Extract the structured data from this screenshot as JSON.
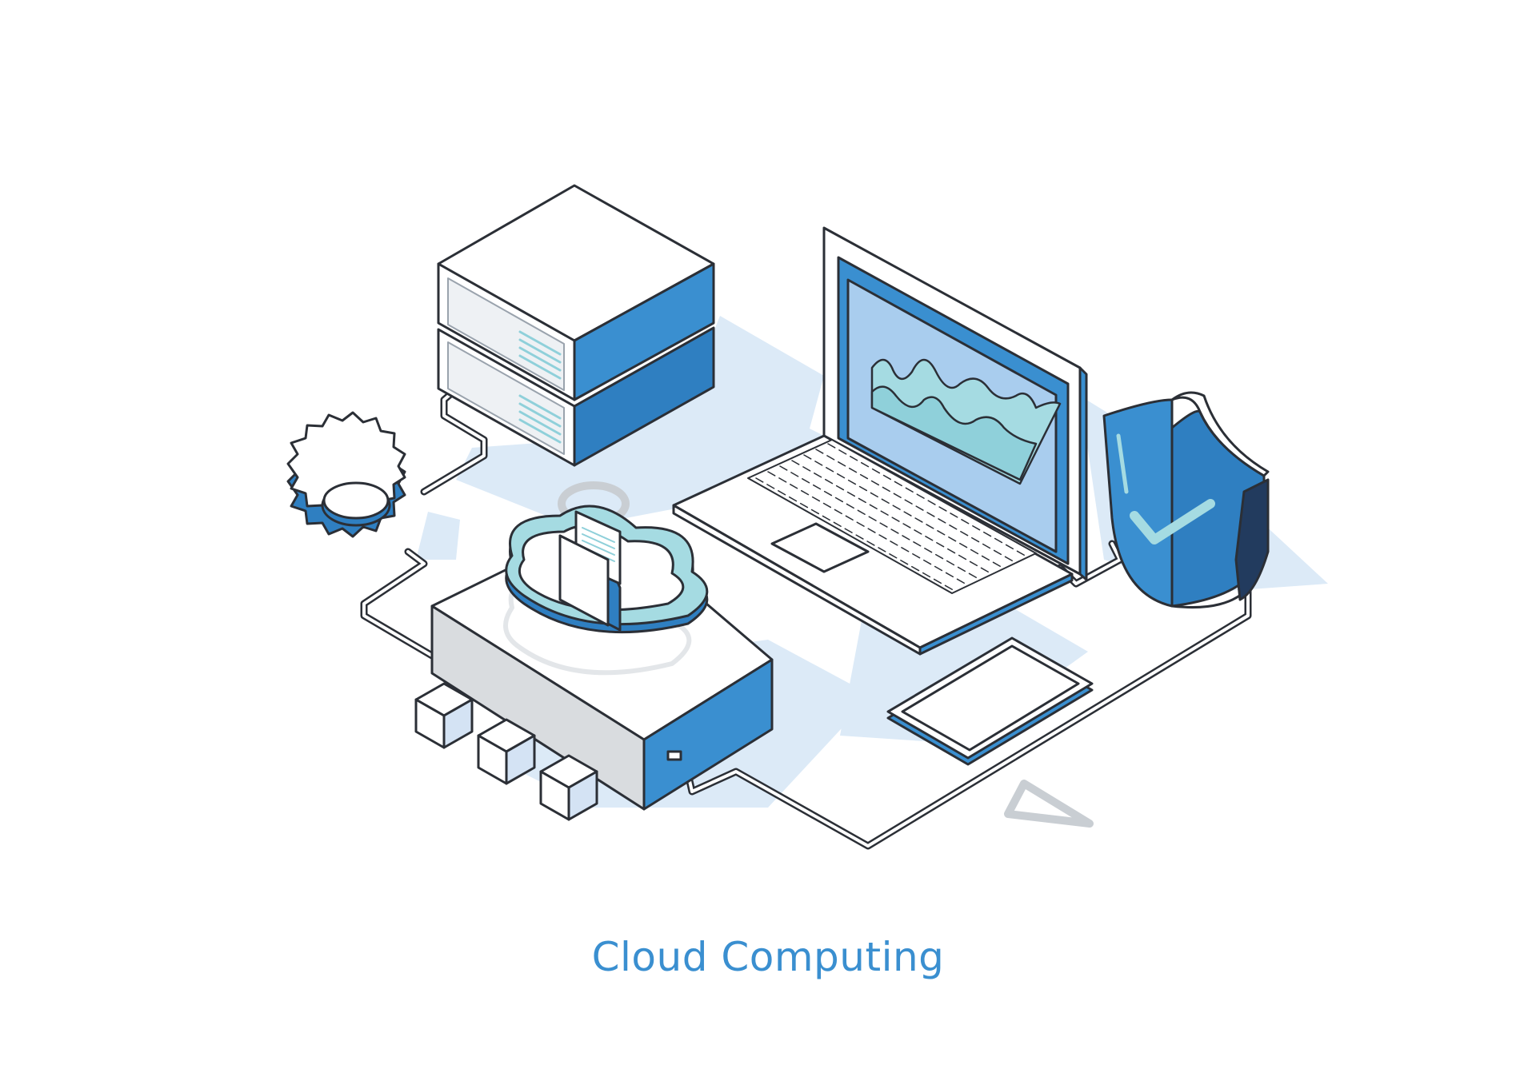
{
  "caption": {
    "text": "Cloud Computing"
  },
  "colors": {
    "accent": "#3a8fd0",
    "accent_dark": "#2f7fc1",
    "shadow": "#dceaf7",
    "outline": "#2b2f36",
    "screen_bg": "#a9cdee",
    "chart_fill": "#a5dbe2",
    "shield_dark": "#223b5e",
    "grey_shape": "#c9ced3"
  },
  "illustration": {
    "items": [
      "server-stack",
      "gear",
      "cloud-storage-box",
      "document",
      "laptop",
      "area-chart",
      "shield-check",
      "smartphone",
      "cubes",
      "cables",
      "circle-shape",
      "triangle-shape"
    ]
  }
}
